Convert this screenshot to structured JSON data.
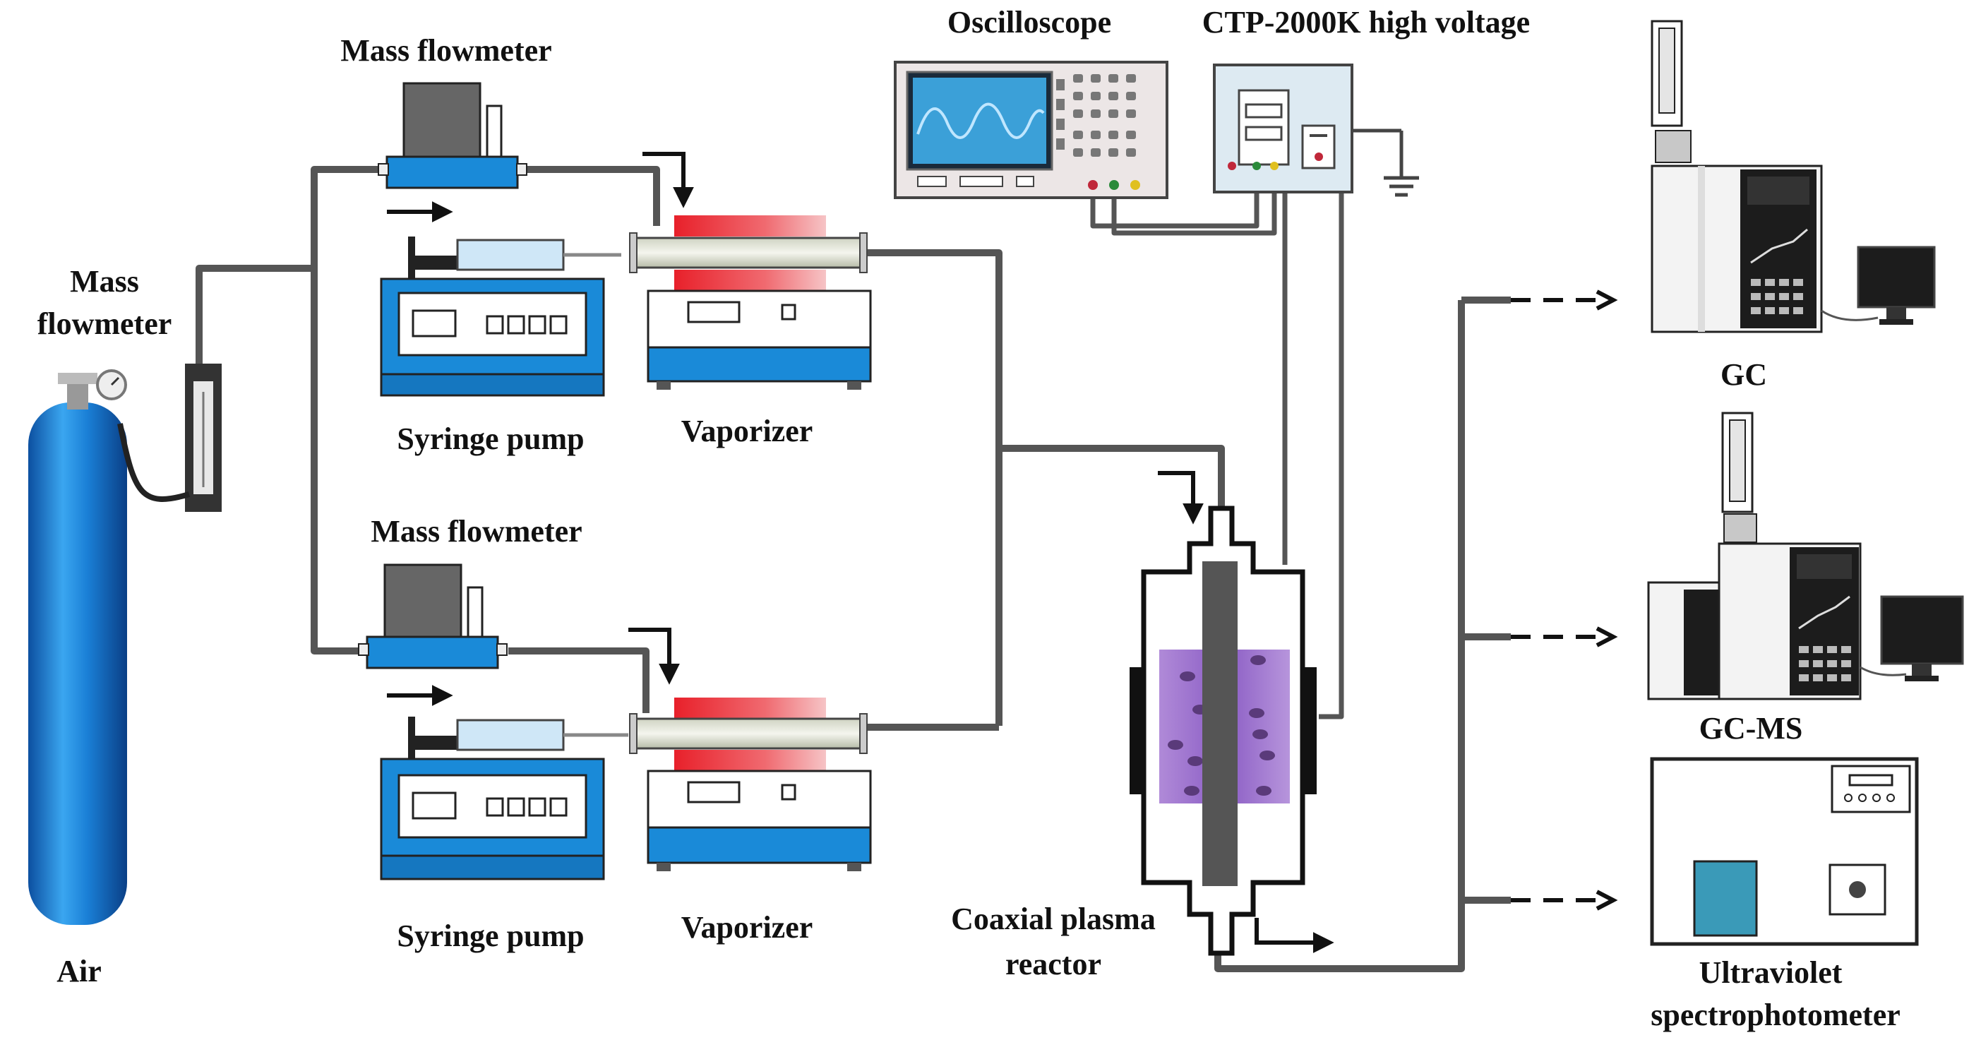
{
  "labels": {
    "air": "Air",
    "cylinder_flowmeter_line1": "Mass",
    "cylinder_flowmeter_line2": "flowmeter",
    "mass_flowmeter_top": "Mass flowmeter",
    "mass_flowmeter_bottom": "Mass flowmeter",
    "syringe_pump_top": "Syringe pump",
    "syringe_pump_bottom": "Syringe pump",
    "vaporizer_top": "Vaporizer",
    "vaporizer_bottom": "Vaporizer",
    "oscilloscope": "Oscilloscope",
    "high_voltage": "CTP-2000K high voltage",
    "reactor_line1": "Coaxial plasma",
    "reactor_line2": "reactor",
    "gc": "GC",
    "gcms": "GC-MS",
    "uv_line1": "Ultraviolet",
    "uv_line2": "spectrophotometer"
  },
  "colors": {
    "cylinder": "#1a7fd6",
    "pump_blue": "#1a8ad8",
    "heater_red": "#e8202a",
    "plasma_purple": "#9a6fc9",
    "pipe": "#555555",
    "uv_sample": "#3a9ab8"
  }
}
